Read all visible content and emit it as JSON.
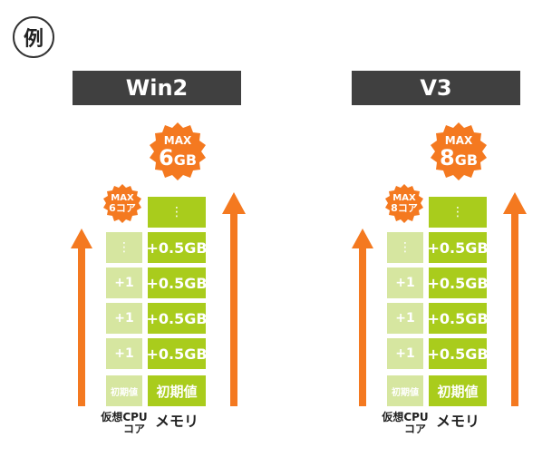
{
  "label": "例",
  "panels": [
    {
      "title": "Win2",
      "max_memory": {
        "line1": "MAX",
        "value": "6",
        "unit": "GB"
      },
      "max_cpu": {
        "line1": "MAX",
        "line2": "6コア"
      },
      "memory_cells": [
        "⋮",
        "+0.5GB",
        "+0.5GB",
        "+0.5GB",
        "+0.5GB",
        "初期値"
      ],
      "cpu_cells": [
        "⋮",
        "+1",
        "+1",
        "+1",
        "初期値"
      ],
      "cpu_label": [
        "仮想CPU",
        "コア"
      ],
      "memory_label": "メモリ"
    },
    {
      "title": "V3",
      "max_memory": {
        "line1": "MAX",
        "value": "8",
        "unit": "GB"
      },
      "max_cpu": {
        "line1": "MAX",
        "line2": "8コア"
      },
      "memory_cells": [
        "⋮",
        "+0.5GB",
        "+0.5GB",
        "+0.5GB",
        "+0.5GB",
        "初期値"
      ],
      "cpu_cells": [
        "⋮",
        "+1",
        "+1",
        "+1",
        "初期値"
      ],
      "cpu_label": [
        "仮想CPU",
        "コア"
      ],
      "memory_label": "メモリ"
    }
  ],
  "colors": {
    "header_bg": "#404040",
    "badge": "#f47920",
    "arrow": "#f47920",
    "memory_cell": "#a9cc1c",
    "cpu_cell": "#d6e6a0"
  }
}
